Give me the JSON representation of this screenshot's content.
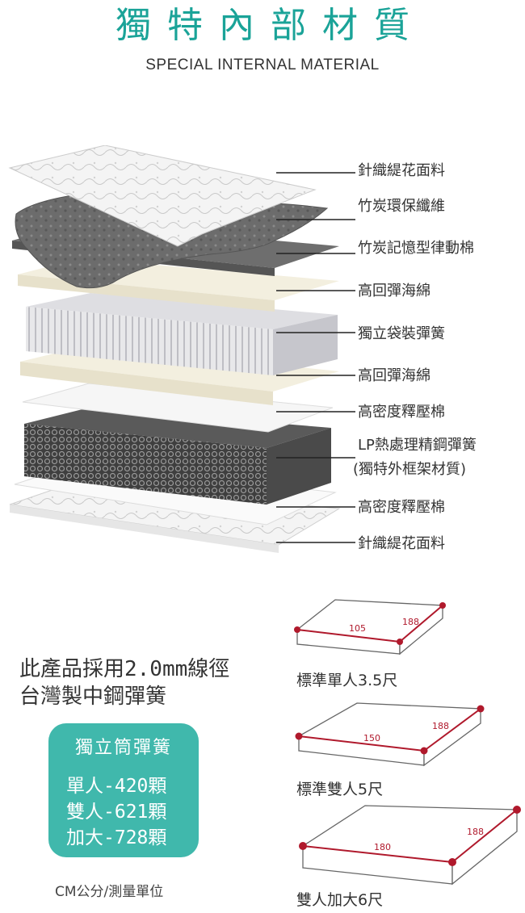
{
  "header": {
    "title": "獨特內部材質",
    "subtitle": "SPECIAL INTERNAL MATERIAL"
  },
  "layers": [
    {
      "label": "針織緹花面料"
    },
    {
      "label": "竹炭環保纖維"
    },
    {
      "label": "竹炭記憶型律動棉"
    },
    {
      "label": "高回彈海綿"
    },
    {
      "label": "獨立袋裝彈簧"
    },
    {
      "label": "高回彈海綿"
    },
    {
      "label": "高密度釋壓棉"
    },
    {
      "label": "LP熱處理精鋼彈簧",
      "sub": "(獨特外框架材質)"
    },
    {
      "label": "高密度釋壓棉"
    },
    {
      "label": "針織緹花面料"
    }
  ],
  "spring_note": {
    "line1": "此產品採用2.0mm線徑",
    "line2": "台灣製中鋼彈簧"
  },
  "badge": {
    "title": "獨立筒彈簧",
    "counts": [
      "單人-420顆",
      "雙人-621顆",
      "加大-728顆"
    ]
  },
  "unit_note": "CM公分/測量單位",
  "sizes": [
    {
      "label": "標準單人3.5尺",
      "width": "105",
      "length": "188"
    },
    {
      "label": "標準雙人5尺",
      "width": "150",
      "length": "188"
    },
    {
      "label": "雙人加大6尺",
      "width": "180",
      "length": "188"
    }
  ],
  "colors": {
    "accent": "#1aa398",
    "badge": "#40b8ac",
    "dimension": "#b0192c"
  }
}
